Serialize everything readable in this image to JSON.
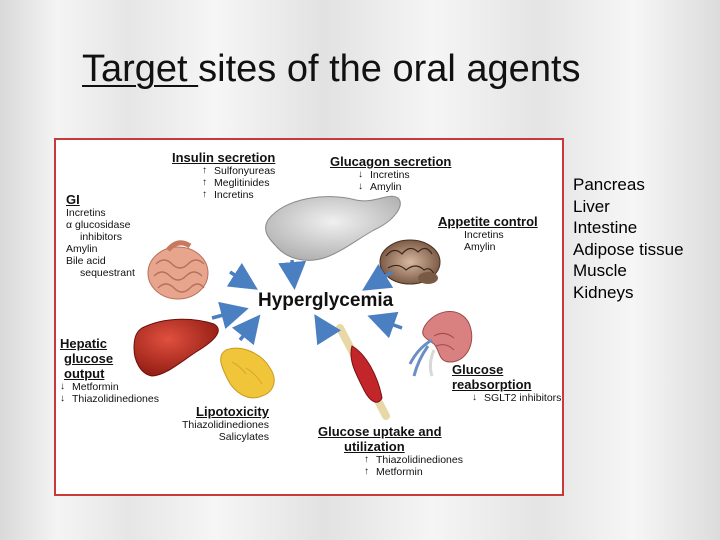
{
  "title": {
    "underlined": "Target ",
    "rest": "sites of the oral agents"
  },
  "diagram": {
    "center": "Hyperglycemia",
    "insulin": {
      "heading": "Insulin secretion",
      "items": [
        "Sulfonyureas",
        "Meglitinides",
        "Incretins"
      ]
    },
    "glucagon": {
      "heading": "Glucagon secretion",
      "items": [
        "Incretins",
        "Amylin"
      ]
    },
    "gi": {
      "heading": "GI",
      "items": [
        "Incretins",
        "α glucosidase",
        "inhibitors",
        "Amylin",
        "Bile acid",
        "sequestrant"
      ]
    },
    "appetite": {
      "heading": "Appetite control",
      "items": [
        "Incretins",
        "Amylin"
      ]
    },
    "hepatic": {
      "heading_lines": [
        "Hepatic",
        "glucose",
        "output"
      ],
      "items": [
        "Metformin",
        "Thiazolidinediones"
      ]
    },
    "lipotoxicity": {
      "heading": "Lipotoxicity",
      "items": [
        "Thiazolidinediones",
        "Salicylates"
      ]
    },
    "reabsorption": {
      "heading_lines": [
        "Glucose",
        "reabsorption"
      ],
      "items": [
        "SGLT2 inhibitors"
      ]
    },
    "uptake": {
      "heading_lines": [
        "Glucose uptake and",
        "utilization"
      ],
      "items": [
        "Thiazolidinediones",
        "Metformin"
      ]
    },
    "arrow_up": "↑",
    "arrow_down": "↓"
  },
  "target_sites": [
    "Pancreas",
    "Liver",
    "Intestine",
    "Adipose tissue",
    "Muscle",
    "Kidneys"
  ],
  "colors": {
    "frame": "#c73a3a",
    "arrow": "#4a7fc1",
    "liver": "#b8271c",
    "muscle": "#c2262a",
    "fat": "#f0c53a"
  }
}
